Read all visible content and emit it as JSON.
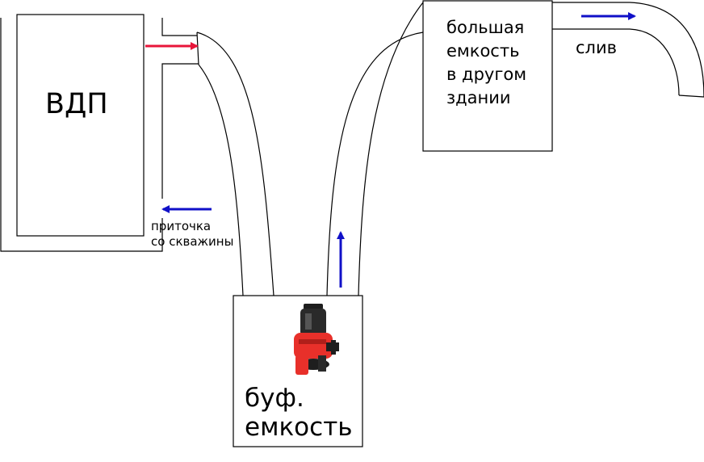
{
  "labels": {
    "vdp": "ВДП",
    "inflow": [
      "приточка",
      "со скважины"
    ],
    "big_tank": [
      "большая",
      "емкость",
      "в другом",
      "здании"
    ],
    "drain": "слив",
    "buffer_tank": [
      "буф.",
      "емкость"
    ]
  },
  "icons": {
    "pump": "submersible-pump-icon"
  },
  "colors": {
    "red_arrow": "#e8153a",
    "blue_arrow": "#1010c8",
    "outline": "#000000",
    "pump_red": "#e8302a",
    "pump_black": "#1e1e1e"
  }
}
